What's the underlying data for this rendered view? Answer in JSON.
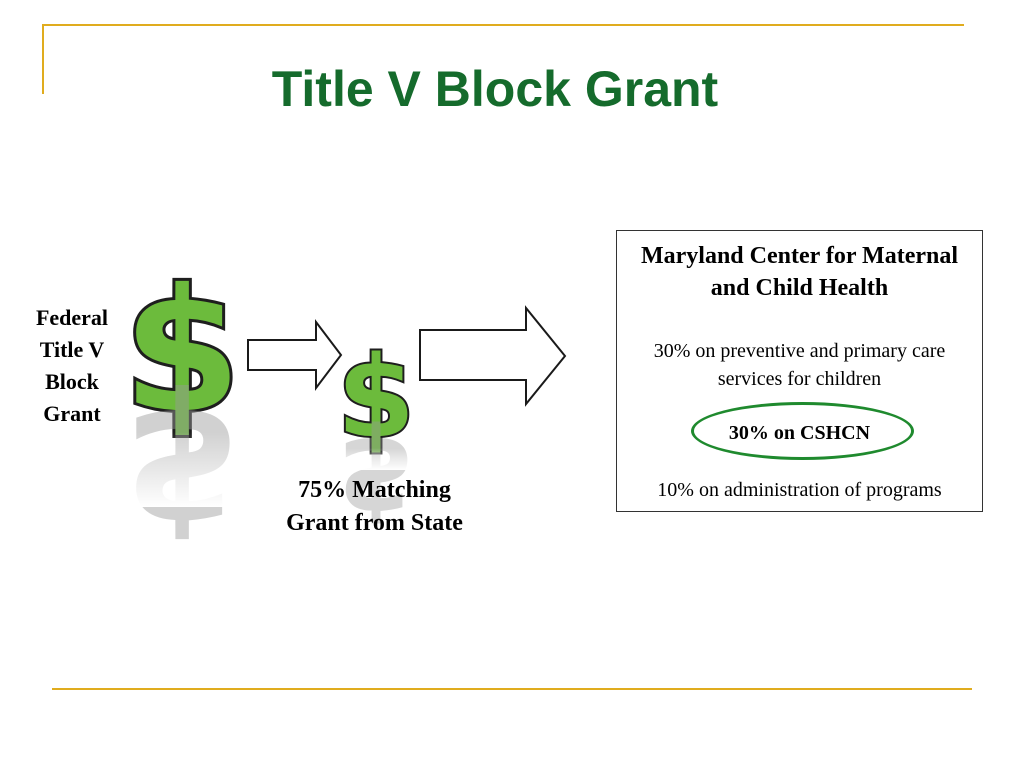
{
  "slide": {
    "title": "Title V Block Grant",
    "accent_color": "#e0ac1e",
    "title_color": "#156b2c",
    "dollar_color": "#6cbb3c"
  },
  "federal": {
    "label_lines": [
      "Federal",
      "Title V",
      "Block",
      "Grant"
    ]
  },
  "state": {
    "label_lines": [
      "75% Matching",
      "Grant from State"
    ]
  },
  "maryland_box": {
    "title_lines": [
      "Maryland Center for Maternal",
      "and Child Health"
    ],
    "preventive_lines": [
      "30% on preventive and primary care",
      "services for children"
    ],
    "cshcn": "30% on CSHCN",
    "cshcn_highlight_color": "#1f8a2e",
    "admin": "10% on administration of programs"
  }
}
